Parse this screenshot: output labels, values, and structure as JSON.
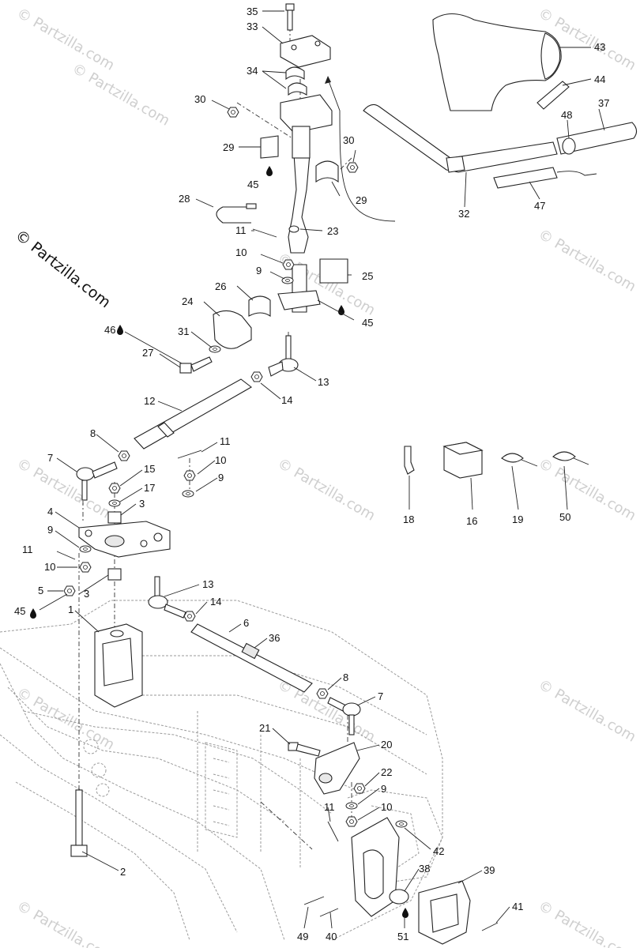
{
  "watermark": {
    "main": "© Partzilla.com",
    "faint": "© Partzilla.com"
  },
  "colors": {
    "ink": "#222222",
    "frame": "#9a9a9a",
    "watermark": "#cfcfcf"
  },
  "callouts": {
    "c35": "35",
    "c33": "33",
    "c34": "34",
    "c30a": "30",
    "c30b": "30",
    "c29a": "29",
    "c29b": "29",
    "c45a": "45",
    "c45b": "45",
    "c28": "28",
    "c11a": "11",
    "c23": "23",
    "c10a": "10",
    "c9a": "9",
    "c25": "25",
    "c26": "26",
    "c24": "24",
    "c46": "46",
    "c31": "31",
    "c27": "27",
    "c13a": "13",
    "c14a": "14",
    "c12": "12",
    "c8a": "8",
    "c7a": "7",
    "c11b": "11",
    "c10b": "10",
    "c9b": "9",
    "c15": "15",
    "c17": "17",
    "c3a": "3",
    "c4": "4",
    "c9c": "9",
    "c11c": "11",
    "c10c": "10",
    "c5": "5",
    "c3b": "3",
    "c45c": "45",
    "c1": "1",
    "c13b": "13",
    "c14b": "14",
    "c6": "6",
    "c36": "36",
    "c8b": "8",
    "c7b": "7",
    "c21": "21",
    "c20": "20",
    "c22": "22",
    "c9d": "9",
    "c11d": "11",
    "c10d": "10",
    "c42": "42",
    "c2": "2",
    "c38": "38",
    "c39": "39",
    "c41": "41",
    "c49": "49",
    "c40": "40",
    "c51": "51",
    "c43": "43",
    "c44": "44",
    "c37": "37",
    "c48": "48",
    "c32": "32",
    "c47": "47",
    "c18": "18",
    "c16": "16",
    "c19": "19",
    "c50": "50"
  },
  "icons": {
    "oil_drop": "oil-drop-icon"
  }
}
